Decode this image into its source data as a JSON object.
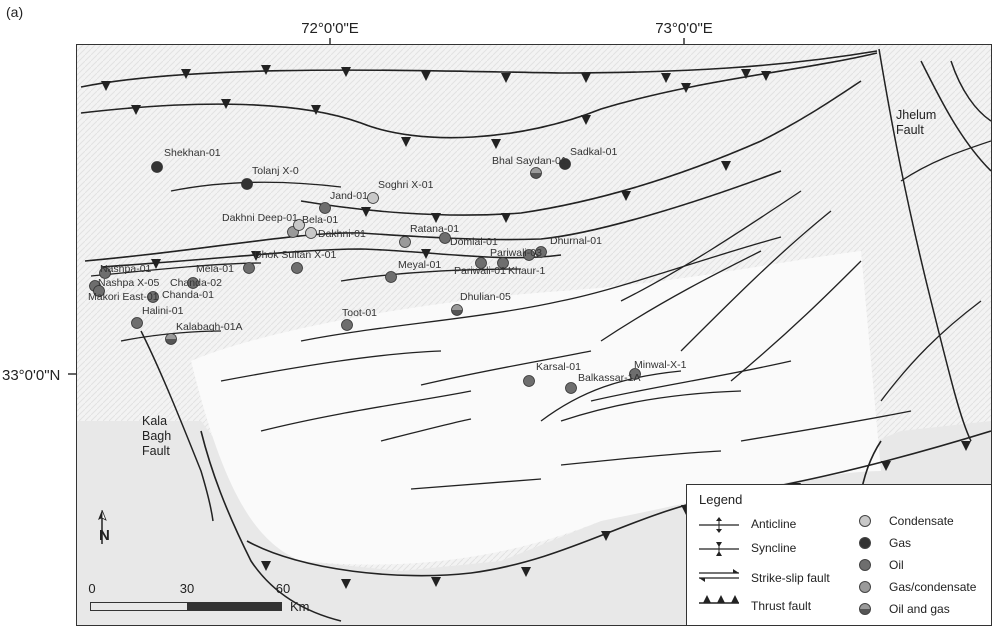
{
  "panel_label": "(a)",
  "graticule": {
    "lon_labels": [
      "72°0'0\"E",
      "73°0'0\"E"
    ],
    "lat_label": "33°0'0\"N"
  },
  "fault_labels": {
    "jhelum": "Jhelum\nFault",
    "kala_bagh": "Kala\nBagh\nFault"
  },
  "wells": [
    {
      "name": "Shekhan-01",
      "type": "Gas"
    },
    {
      "name": "Tolanj X-0",
      "type": "Gas"
    },
    {
      "name": "Bhal Saydan-01",
      "type": "Oil and gas"
    },
    {
      "name": "Sadkal-01",
      "type": "Gas"
    },
    {
      "name": "Soghri X-01",
      "type": "Condensate"
    },
    {
      "name": "Jand-01",
      "type": "Oil"
    },
    {
      "name": "Dakhni Deep-01",
      "type": "Gas/condensate"
    },
    {
      "name": "Bela-01",
      "type": "Condensate"
    },
    {
      "name": "Dakhni-01",
      "type": "Condensate"
    },
    {
      "name": "Ratana-01",
      "type": "Gas/condensate"
    },
    {
      "name": "Domial-01",
      "type": "Oil"
    },
    {
      "name": "Pariwali-03",
      "type": "Oil"
    },
    {
      "name": "Dhurnal-01",
      "type": "Oil"
    },
    {
      "name": "Dhok Sultan X-01",
      "type": "Oil"
    },
    {
      "name": "Meyal-01",
      "type": "Oil"
    },
    {
      "name": "Pariwali-01",
      "type": "Oil"
    },
    {
      "name": "Khaur-1",
      "type": "Oil"
    },
    {
      "name": "Nashpa-01",
      "type": "Oil"
    },
    {
      "name": "Nashpa X-05",
      "type": "Oil"
    },
    {
      "name": "Chanda-02",
      "type": "Oil"
    },
    {
      "name": "Mela-01",
      "type": "Oil"
    },
    {
      "name": "Makori East-01",
      "type": "Oil"
    },
    {
      "name": "Chanda-01",
      "type": "Oil"
    },
    {
      "name": "Halini-01",
      "type": "Oil"
    },
    {
      "name": "Kalabagh-01A",
      "type": "Oil and gas"
    },
    {
      "name": "Dhulian-05",
      "type": "Oil and gas"
    },
    {
      "name": "Toot-01",
      "type": "Oil"
    },
    {
      "name": "Karsal-01",
      "type": "Oil"
    },
    {
      "name": "Balkassar-1A",
      "type": "Oil"
    },
    {
      "name": "Minwal-X-1",
      "type": "Oil"
    }
  ],
  "legend": {
    "title": "Legend",
    "structures": [
      "Anticline",
      "Syncline",
      "Strike-slip fault",
      "Thrust fault"
    ],
    "well_types": [
      "Condensate",
      "Gas",
      "Oil",
      "Gas/condensate",
      "Oil and gas"
    ]
  },
  "well_colors": {
    "Condensate": "#c8c8c8",
    "Gas": "#333333",
    "Oil": "#6e6e6e",
    "Gas/condensate": "#9a9a9a",
    "Oil and gas": "split"
  },
  "scale": {
    "ticks": [
      "0",
      "30",
      "60"
    ],
    "unit": "Km"
  },
  "north": "N"
}
